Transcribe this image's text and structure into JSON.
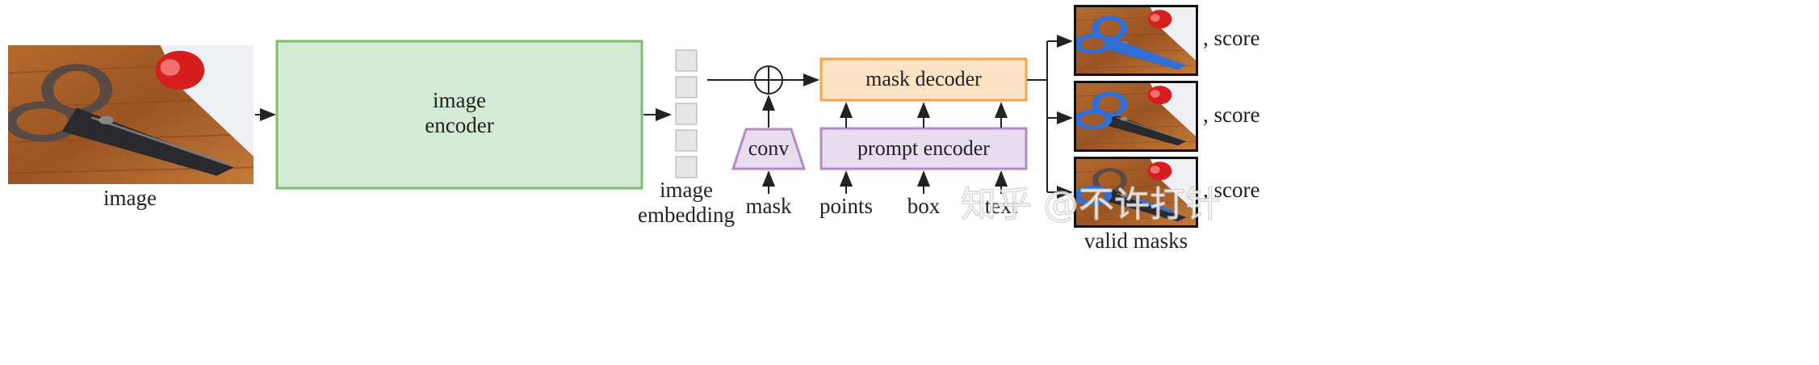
{
  "diagram": {
    "input_image_label": "image",
    "image_encoder_line1": "image",
    "image_encoder_line2": "encoder",
    "embedding_label_line1": "image",
    "embedding_label_line2": "embedding",
    "conv_label": "conv",
    "mask_input_label": "mask",
    "mask_decoder_label": "mask decoder",
    "prompt_encoder_label": "prompt encoder",
    "prompt_inputs": [
      "points",
      "box",
      "text"
    ],
    "output_score_label": ", score",
    "valid_masks_label": "valid masks",
    "watermark": "知乎 @不许打针"
  },
  "colors": {
    "image_encoder_fill": "#d3ead4",
    "image_encoder_stroke": "#7cbf6a",
    "mask_decoder_fill": "#fde3c6",
    "mask_decoder_stroke": "#f2a64a",
    "prompt_fill": "#e8dcef",
    "prompt_stroke": "#b58ac9",
    "embedding_cell_fill": "#e6e6e6",
    "mask_blue": "#2f6fd6"
  }
}
